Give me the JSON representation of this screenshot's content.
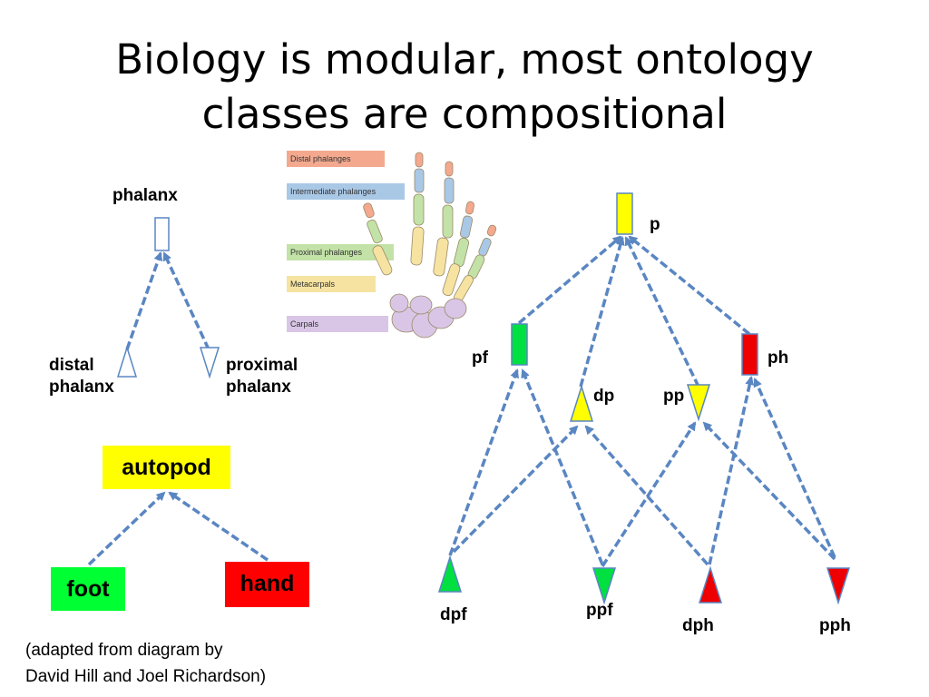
{
  "slide": {
    "title_line1": "Biology is modular, most ontology",
    "title_line2": "classes are compositional"
  },
  "left_diagram": {
    "phalanx": "phalanx",
    "distal": [
      "distal",
      "phalanx"
    ],
    "proximal": [
      "proximal",
      "phalanx"
    ]
  },
  "limb_diagram": {
    "autopod": "autopod",
    "foot": "foot",
    "hand": "hand",
    "colors": {
      "autopod": "#ffff00",
      "foot": "#00ff33",
      "hand": "#ff0000"
    }
  },
  "hand_image": {
    "legend": [
      "Distal phalanges",
      "Intermediate phalanges",
      "Proximal phalanges",
      "Metacarpals",
      "Carpals"
    ],
    "legend_colors": [
      "#f4a98f",
      "#a9c8e6",
      "#c3e2a7",
      "#f6e3a1",
      "#d9c6e6"
    ]
  },
  "right_diagram": {
    "labels": {
      "p": "p",
      "pf": "pf",
      "ph": "ph",
      "dp": "dp",
      "pp": "pp",
      "dpf": "dpf",
      "ppf": "ppf",
      "dph": "dph",
      "pph": "pph"
    },
    "colors": {
      "yellow": "#ffff00",
      "green": "#00e040",
      "red": "#ee0000",
      "arrow": "#5a86c2"
    }
  },
  "caption": [
    "(adapted from diagram by",
    "David Hill and Joel Richardson)"
  ]
}
